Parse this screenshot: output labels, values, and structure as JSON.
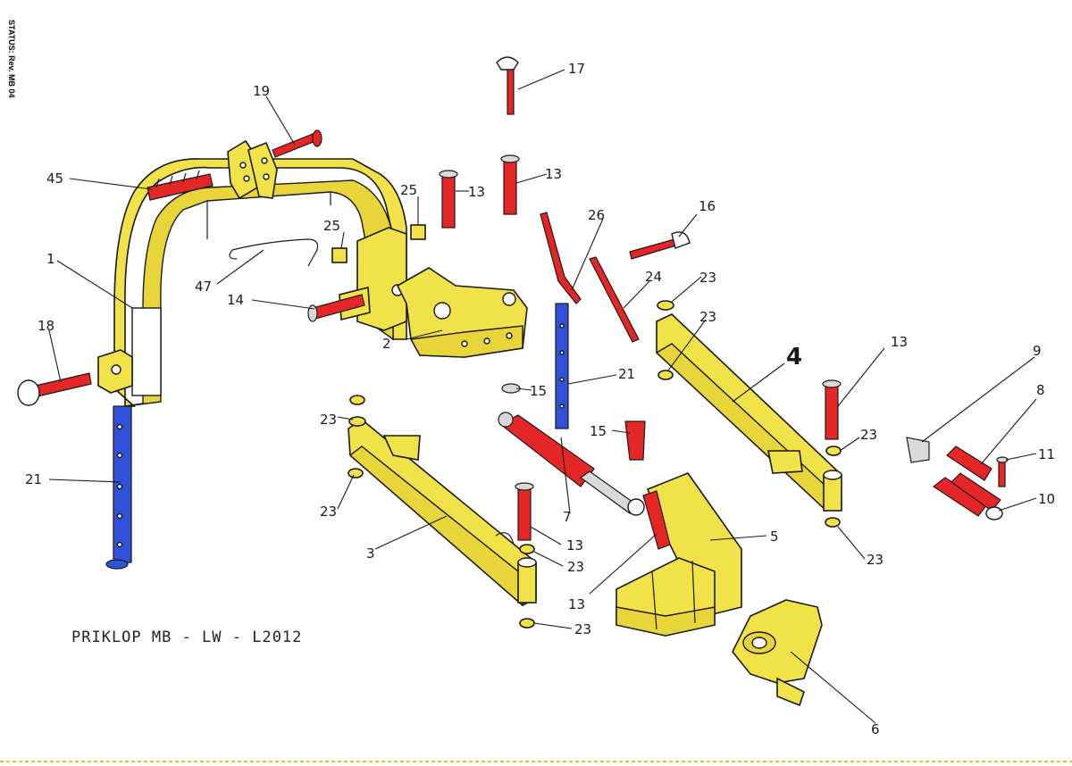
{
  "status_label": "STATUS: Rev. MB 04",
  "diagram_title": "PRIKLOP MB - LW - L2012",
  "callouts": [
    "1",
    "2",
    "3",
    "4",
    "5",
    "6",
    "7",
    "8",
    "9",
    "10",
    "11",
    "13",
    "14",
    "15",
    "16",
    "17",
    "18",
    "19",
    "21",
    "23",
    "24",
    "25",
    "26",
    "45",
    "47"
  ],
  "colors": {
    "frame_yellow": "#f2e24a",
    "pin_red": "#e52626",
    "bar_blue": "#2f52d9",
    "outline": "#1a1a1a"
  }
}
